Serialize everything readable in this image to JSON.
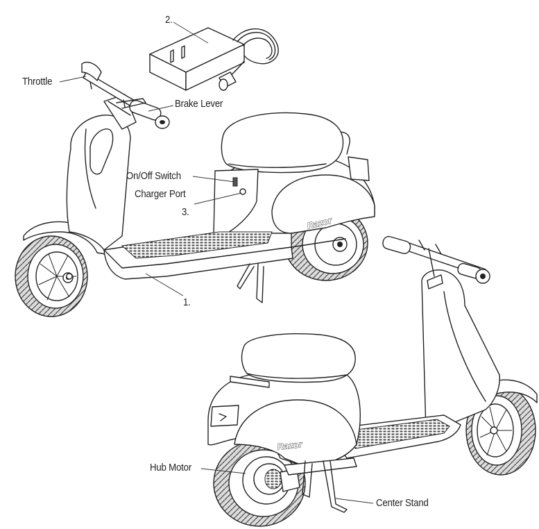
{
  "labels": {
    "throttle": "Throttle",
    "brake_lever": "Brake Lever",
    "on_off_switch": "On/Off Switch",
    "charger_port": "Charger Port",
    "num_1": "1.",
    "num_2": "2.",
    "num_3": "3.",
    "hub_motor": "Hub Motor",
    "center_stand": "Center Stand"
  },
  "brand": {
    "front_view": "Razor",
    "rear_view": "Razor"
  },
  "colors": {
    "line": "#222222",
    "background": "#ffffff",
    "tire_fill": "#e8e8e8"
  }
}
